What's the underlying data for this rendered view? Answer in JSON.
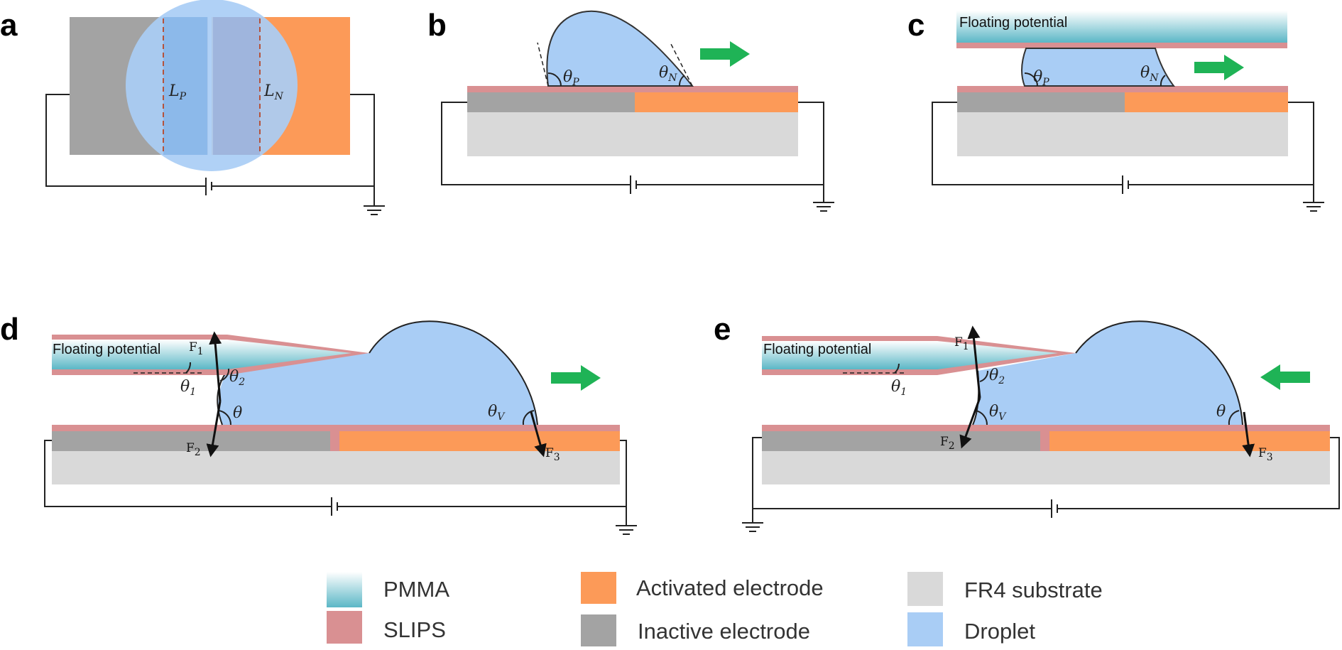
{
  "panels": {
    "a": {
      "label": "a",
      "lp": "L",
      "lp_sub": "P",
      "ln": "L",
      "ln_sub": "N"
    },
    "b": {
      "label": "b",
      "theta_p": "θ",
      "theta_p_sub": "P",
      "theta_n": "θ",
      "theta_n_sub": "N"
    },
    "c": {
      "label": "c",
      "floating": "Floating potential",
      "theta_p": "θ",
      "theta_p_sub": "P",
      "theta_n": "θ",
      "theta_n_sub": "N"
    },
    "d": {
      "label": "d",
      "floating": "Floating potential",
      "f1": "F",
      "f1_sub": "1",
      "f2": "F",
      "f2_sub": "2",
      "f3": "F",
      "f3_sub": "3",
      "theta1": "θ",
      "theta1_sub": "1",
      "theta2": "θ",
      "theta2_sub": "2",
      "theta": "θ",
      "thetav": "θ",
      "thetav_sub": "V"
    },
    "e": {
      "label": "e",
      "floating": "Floating potential",
      "f1": "F",
      "f1_sub": "1",
      "f2": "F",
      "f2_sub": "2",
      "f3": "F",
      "f3_sub": "3",
      "theta1": "θ",
      "theta1_sub": "1",
      "theta2": "θ",
      "theta2_sub": "2",
      "thetav": "θ",
      "thetav_sub": "V",
      "theta": "θ"
    }
  },
  "legend": {
    "pmma": "PMMA",
    "slips": "SLIPS",
    "activated": "Activated electrode",
    "inactive": "Inactive electrode",
    "fr4": "FR4 substrate",
    "droplet": "Droplet"
  },
  "colors": {
    "inactive": "#a3a3a3",
    "activated": "#fc9a58",
    "fr4": "#d9d9d9",
    "droplet": "#a9cdf5",
    "slips": "#d99092",
    "pmma_top": "#ffffff",
    "pmma_bottom": "#5bb7c6",
    "arrow": "#1fb356"
  }
}
